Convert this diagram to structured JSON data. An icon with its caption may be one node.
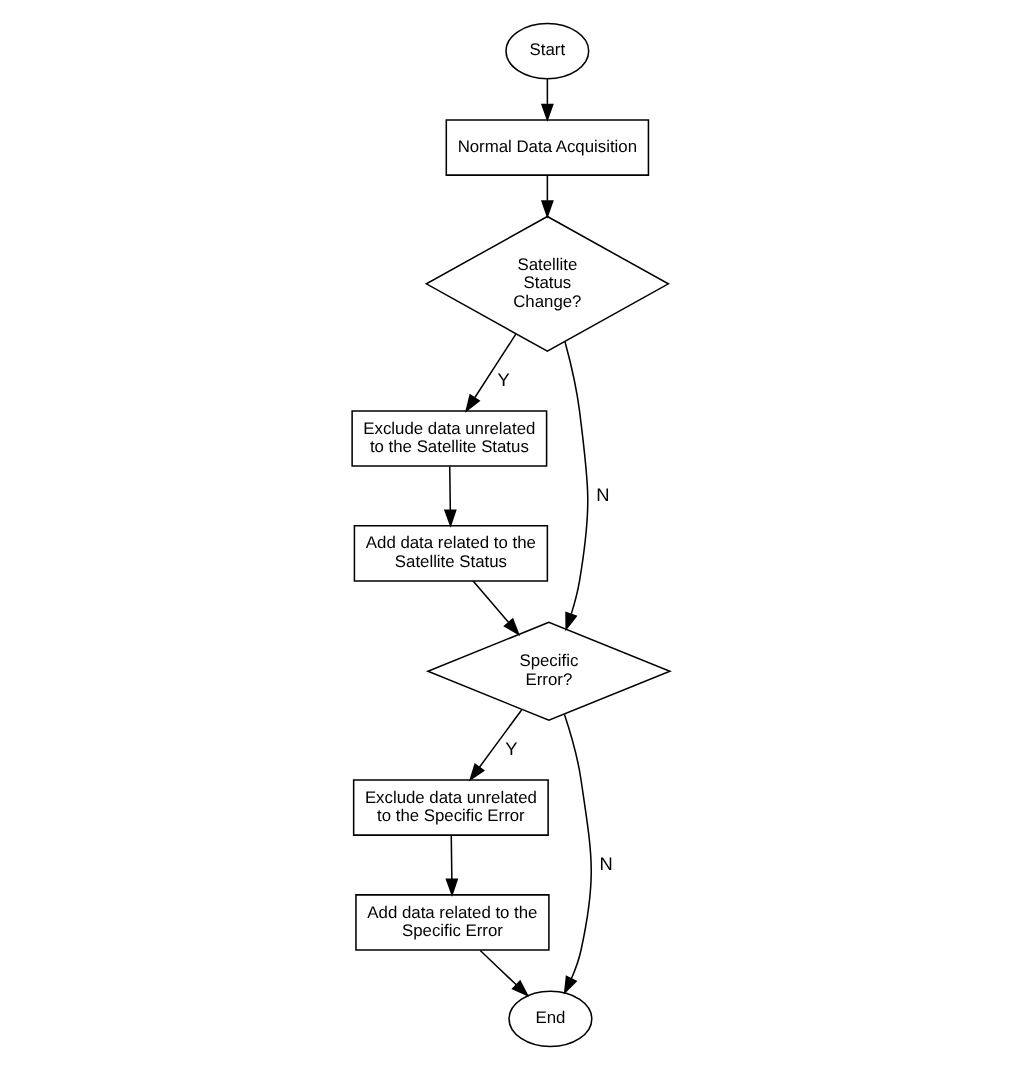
{
  "diagram": {
    "nodes": [
      {
        "text": [
          "Start"
        ]
      },
      {
        "text": [
          "Normal Data Acquisition"
        ]
      },
      {
        "text": [
          "Satellite Status Change?"
        ]
      },
      {
        "text": [
          "Exclude data unrelated to the Satellite Status"
        ]
      },
      {
        "text": [
          "Add data related to the Satellite Status"
        ]
      },
      {
        "text": [
          "Specific Error?"
        ]
      },
      {
        "text": [
          "Exclude data unrelated to the Specific Error"
        ]
      },
      {
        "text": [
          "Add data related to the Specific Error"
        ]
      },
      {
        "text": [
          "End"
        ]
      }
    ],
    "edges": [
      {
        "from": 0,
        "to": 1,
        "arrow": "to"
      },
      {
        "from": 1,
        "to": 2,
        "arrow": "to"
      },
      {
        "from": 2,
        "to": 3,
        "arrow": "to",
        "label": "Y"
      },
      {
        "from": 3,
        "to": 4,
        "arrow": "to"
      },
      {
        "from": 4,
        "to": 5,
        "arrow": "to"
      },
      {
        "from": 2,
        "to": 5,
        "arrow": "to",
        "label": "N"
      },
      {
        "from": 5,
        "to": 6,
        "arrow": "to",
        "label": "Y"
      },
      {
        "from": 6,
        "to": 7,
        "arrow": "to"
      },
      {
        "from": 7,
        "to": 8,
        "arrow": "to"
      },
      {
        "from": 5,
        "to": 8,
        "arrow": "to",
        "label": "N"
      }
    ]
  }
}
